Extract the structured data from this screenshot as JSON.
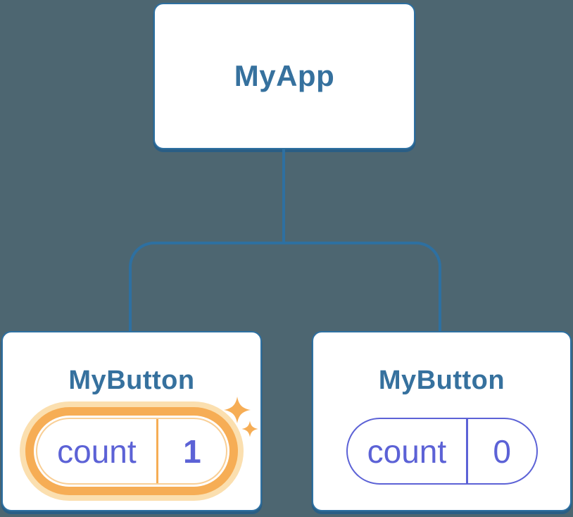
{
  "diagram": {
    "root": {
      "label": "MyApp"
    },
    "children": [
      {
        "label": "MyButton",
        "state": {
          "key": "count",
          "value": "1"
        },
        "highlighted": true
      },
      {
        "label": "MyButton",
        "state": {
          "key": "count",
          "value": "0"
        },
        "highlighted": false
      }
    ]
  },
  "icons": {
    "sparkle": "four-point-star"
  },
  "colors": {
    "background": "#4D6671",
    "node_border": "#2E70A1",
    "node_fill": "#FFFFFF",
    "node_label": "#36719E",
    "connector": "#2E70A1",
    "state_accent": "#5C62D6",
    "highlight_orange": "#F6AD55",
    "highlight_halo": "#FBDFAF"
  }
}
